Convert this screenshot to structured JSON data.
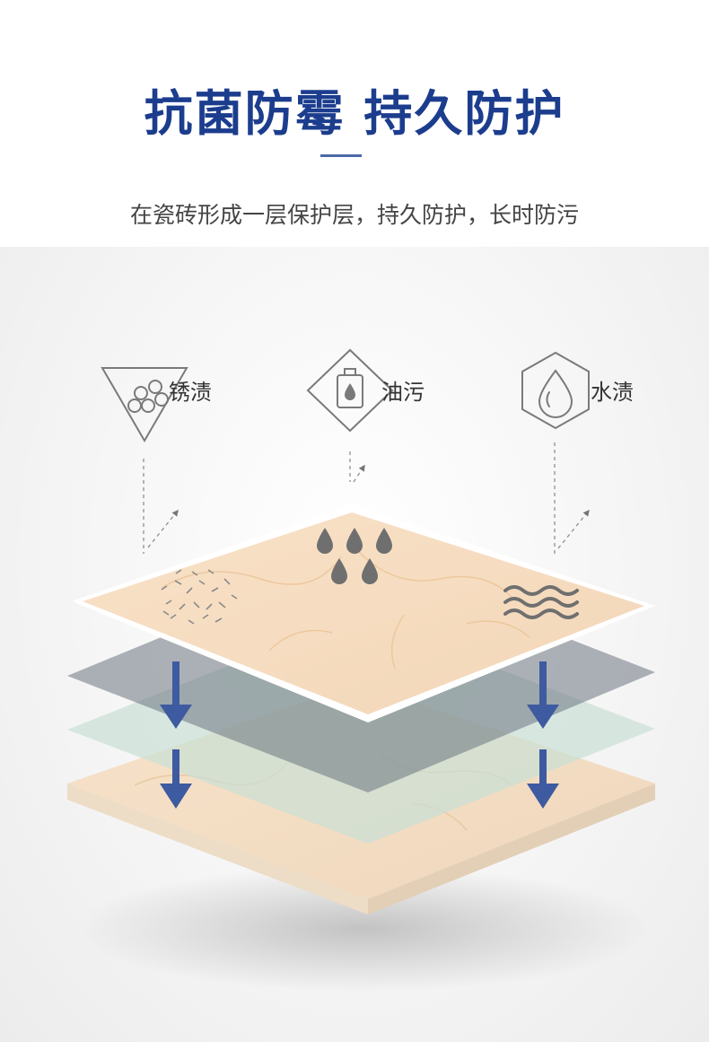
{
  "header": {
    "title": "抗菌防霉 持久防护",
    "subtitle": "在瓷砖形成一层保护层，持久防护，长时防污"
  },
  "stains": [
    {
      "label": "锈渍",
      "icon": "rust-triangle-icon"
    },
    {
      "label": "油污",
      "icon": "oil-diamond-icon"
    },
    {
      "label": "水渍",
      "icon": "water-hexagon-icon"
    }
  ],
  "colors": {
    "title": "#1c3d8e",
    "arrow": "#3e5aa0",
    "tile": "#f6dcc0",
    "icon_gray": "#7a7a7a"
  }
}
